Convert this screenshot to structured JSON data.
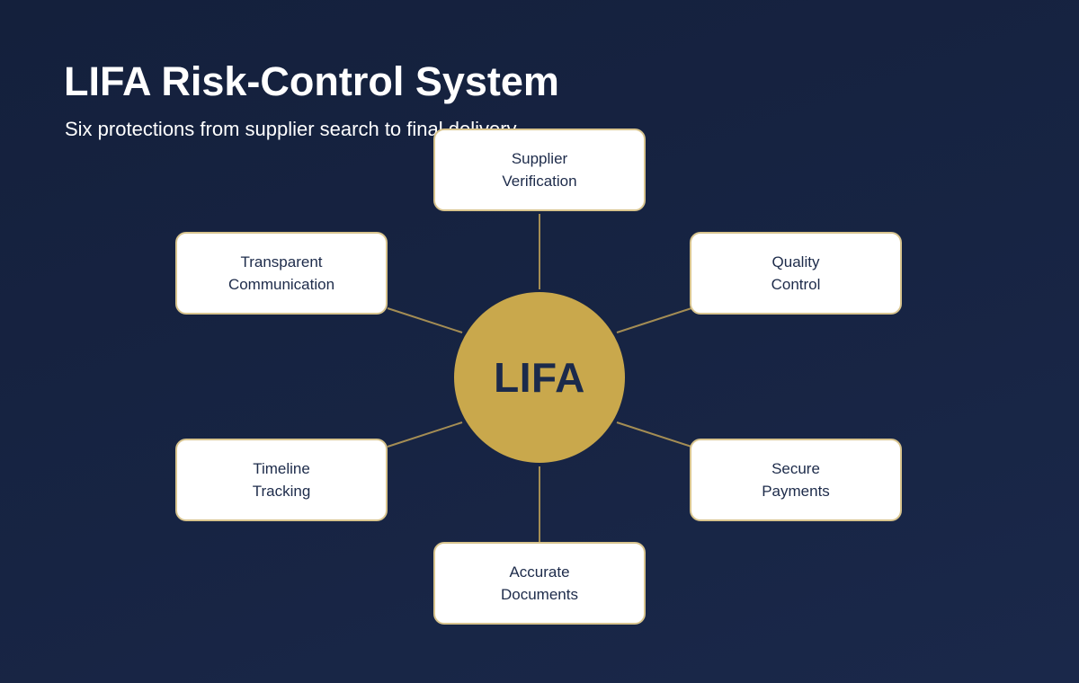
{
  "title": "LIFA Risk-Control System",
  "subtitle": "Six protections from supplier search to final delivery",
  "hub": {
    "label": "LIFA",
    "color": "#c9a84c"
  },
  "nodes": [
    {
      "id": "supplier-verification",
      "lines": [
        "Supplier",
        "Verification"
      ]
    },
    {
      "id": "quality-control",
      "lines": [
        "Quality",
        "Control"
      ]
    },
    {
      "id": "secure-payments",
      "lines": [
        "Secure",
        "Payments"
      ]
    },
    {
      "id": "accurate-documents",
      "lines": [
        "Accurate",
        "Documents"
      ]
    },
    {
      "id": "timeline-tracking",
      "lines": [
        "Timeline",
        "Tracking"
      ]
    },
    {
      "id": "transparent-communication",
      "lines": [
        "Transparent",
        "Communication"
      ]
    }
  ],
  "colors": {
    "background": "#172443",
    "accent": "#c9a84c",
    "node_border": "#d8c48e",
    "node_text": "#1d2b4a",
    "connector": "#a48d54"
  }
}
